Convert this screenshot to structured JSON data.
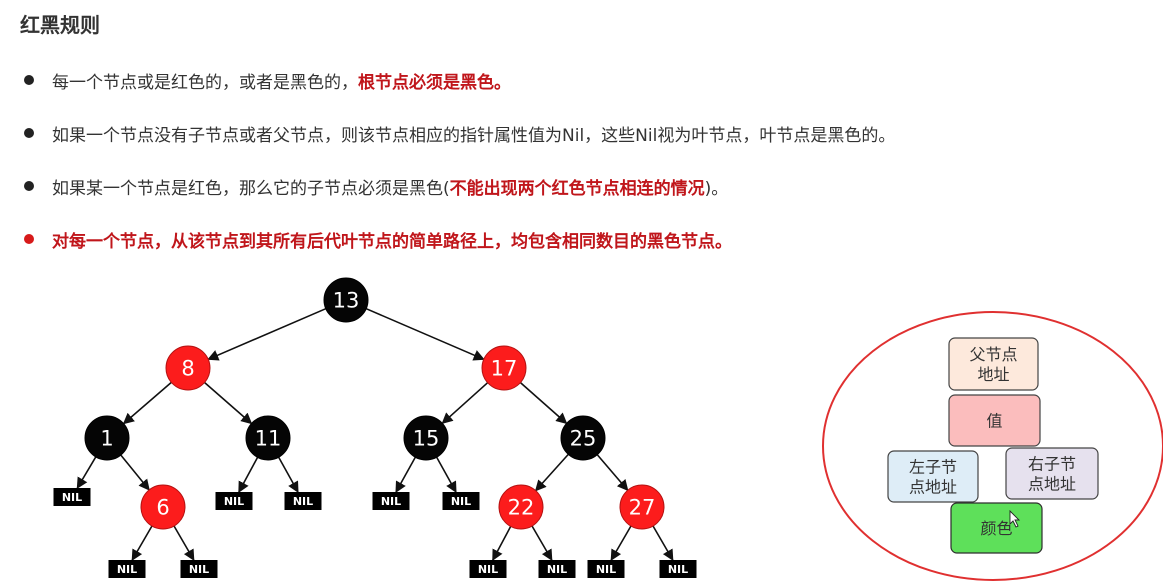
{
  "title": "红黑规则",
  "rules": [
    {
      "plain": "每一个节点或是红色的，或者是黑色的，",
      "emph": "根节点必须是黑色。",
      "tail": ""
    },
    {
      "plain": "如果一个节点没有子节点或者父节点，则该节点相应的指针属性值为Nil，这些Nil视为叶节点，叶节点是黑色的。",
      "emph": "",
      "tail": ""
    },
    {
      "plain": "如果某一个节点是红色，那么它的子节点必须是黑色(",
      "emph": "不能出现两个红色节点相连的情况",
      "tail": ")。"
    },
    {
      "plain": "",
      "emph": "对每一个节点，从该节点到其所有后代叶节点的简单路径上，均包含相同数目的黑色节点。",
      "tail": ""
    }
  ],
  "tree": {
    "nodes": [
      {
        "id": "13",
        "label": "13",
        "color": "black"
      },
      {
        "id": "8",
        "label": "8",
        "color": "red"
      },
      {
        "id": "17",
        "label": "17",
        "color": "red"
      },
      {
        "id": "1",
        "label": "1",
        "color": "black"
      },
      {
        "id": "11",
        "label": "11",
        "color": "black"
      },
      {
        "id": "15",
        "label": "15",
        "color": "black"
      },
      {
        "id": "25",
        "label": "25",
        "color": "black"
      },
      {
        "id": "6",
        "label": "6",
        "color": "red"
      },
      {
        "id": "22",
        "label": "22",
        "color": "red"
      },
      {
        "id": "27",
        "label": "27",
        "color": "red"
      }
    ],
    "edges": [
      [
        "13",
        "8"
      ],
      [
        "13",
        "17"
      ],
      [
        "8",
        "1"
      ],
      [
        "8",
        "11"
      ],
      [
        "17",
        "15"
      ],
      [
        "17",
        "25"
      ],
      [
        "1",
        "nil1"
      ],
      [
        "1",
        "6"
      ],
      [
        "11",
        "nil2"
      ],
      [
        "11",
        "nil3"
      ],
      [
        "15",
        "nil4"
      ],
      [
        "15",
        "nil5"
      ],
      [
        "25",
        "22"
      ],
      [
        "25",
        "27"
      ],
      [
        "6",
        "nil6"
      ],
      [
        "6",
        "nil7"
      ],
      [
        "22",
        "nil8"
      ],
      [
        "22",
        "nil9"
      ],
      [
        "27",
        "nil10"
      ],
      [
        "27",
        "nil11"
      ]
    ],
    "nil_label": "NIL"
  },
  "node_struct": {
    "parent": "父节点\n地址",
    "value": "值",
    "left": "左子节\n点地址",
    "right": "右子节\n点地址",
    "color": "颜色"
  },
  "colors": {
    "red_node": "#fc1c1c",
    "black_node": "#050505",
    "emphasis": "#c0161b",
    "ellipse": "#e03030",
    "parent_box": "#fde9dc",
    "value_box": "#fbbdbd",
    "left_box": "#deedf7",
    "right_box": "#e6e1ee",
    "color_box": "#5ee05a"
  }
}
